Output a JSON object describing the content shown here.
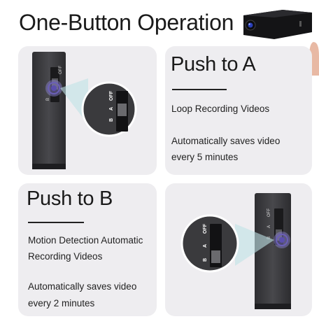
{
  "title": "One-Button Operation",
  "panel_a": {
    "heading": "Push to A",
    "line1": "Loop Recording Videos",
    "line2": "Automatically saves  video",
    "line3": "every 5 minutes"
  },
  "panel_b": {
    "heading": "Push to B",
    "line1": "Motion Detection Automatic",
    "line2": "Recording Videos",
    "line3": "Automatically saves video",
    "line4": "every 2 minutes"
  },
  "switch_labels": {
    "off": "OFF",
    "a": "A",
    "b": "B"
  },
  "colors": {
    "panel_bg": "#eeedf0",
    "device": "#3a3a3d",
    "ring": "#6b5fb8"
  }
}
